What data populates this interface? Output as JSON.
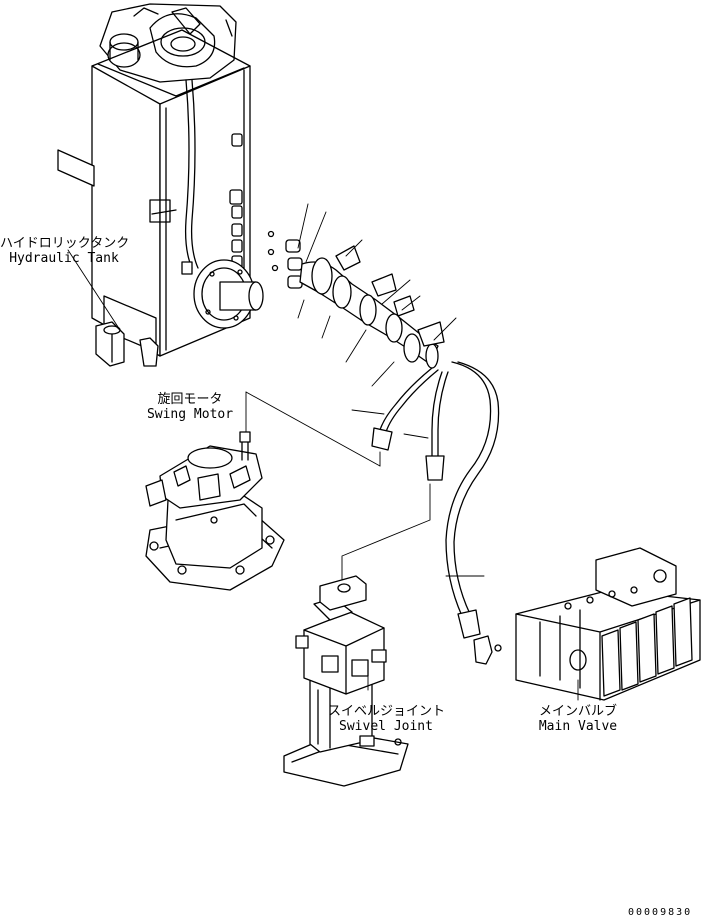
{
  "labels": {
    "hydraulic_tank": {
      "jp": "ハイドロリックタンク",
      "en": "Hydraulic Tank"
    },
    "swing_motor": {
      "jp": "旋回モータ",
      "en": "Swing Motor"
    },
    "swivel_joint": {
      "jp": "スイベルジョイント",
      "en": "Swivel Joint"
    },
    "main_valve": {
      "jp": "メインバルブ",
      "en": "Main Valve"
    }
  },
  "document_number": "00009830"
}
